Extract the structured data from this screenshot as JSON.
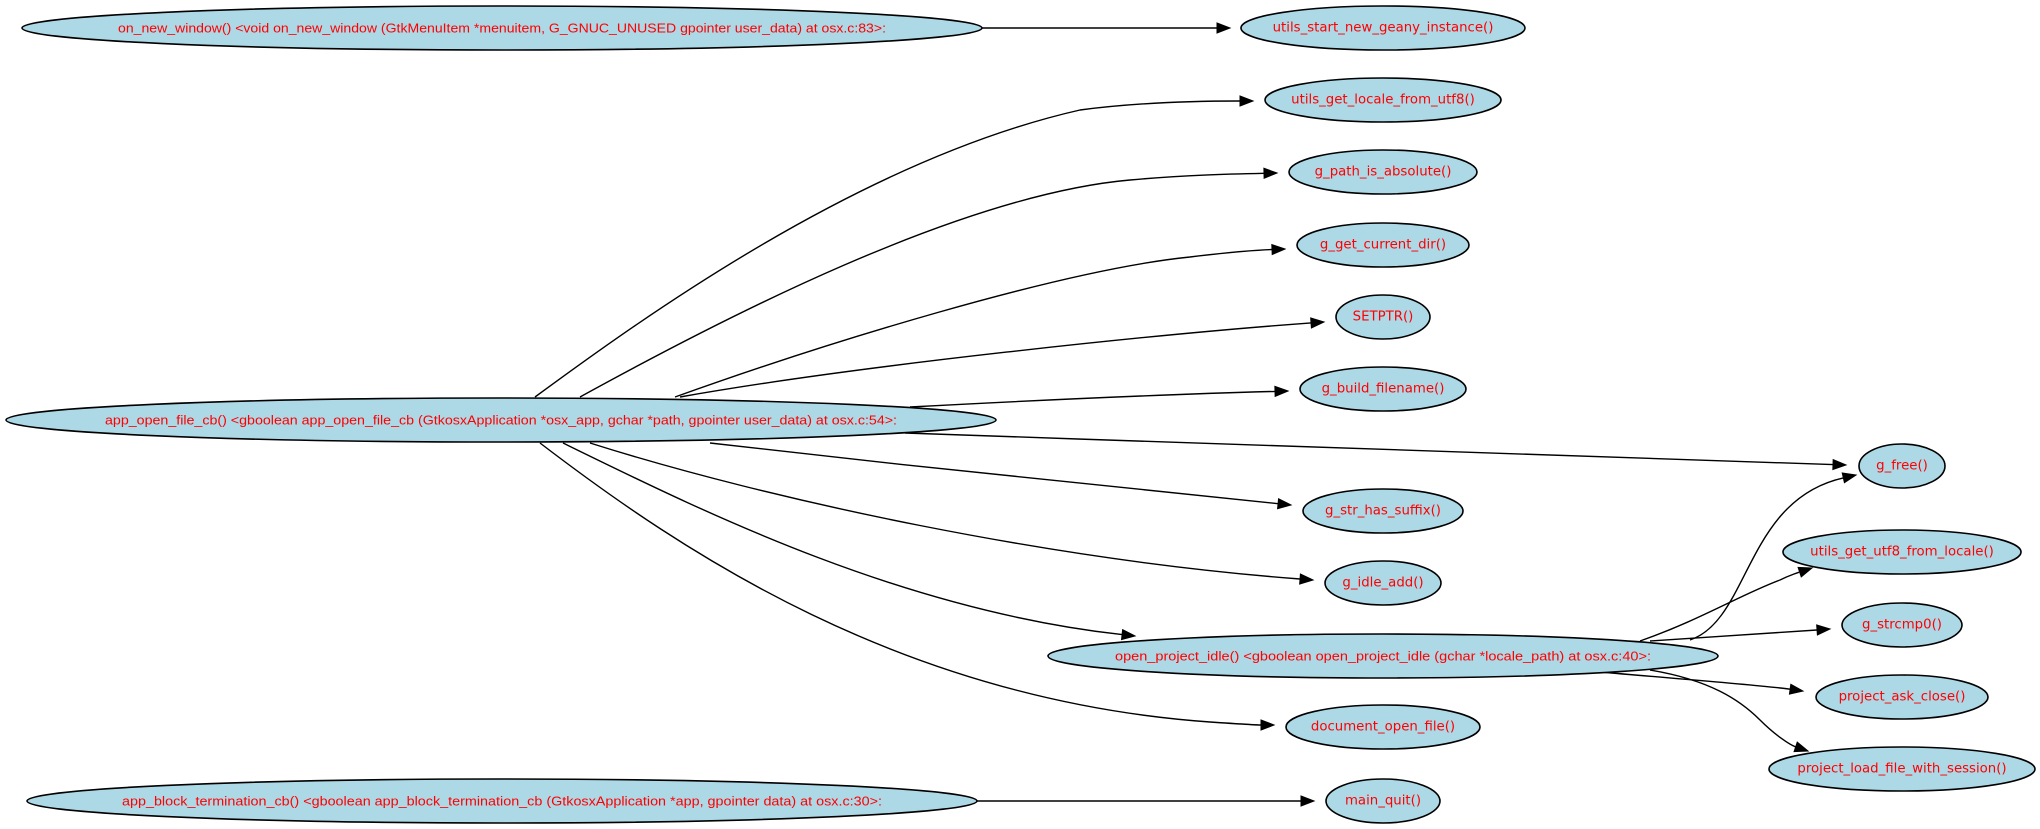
{
  "graph": {
    "type": "call-graph",
    "colors": {
      "node_fill": "#add8e6",
      "node_stroke": "#000000",
      "label": "#ff0000",
      "edge": "#000000"
    },
    "nodes": [
      {
        "id": "on_new_window",
        "label": "on_new_window() <void on_new_window (GtkMenuItem *menuitem, G_GNUC_UNUSED gpointer user_data) at osx.c:83>:"
      },
      {
        "id": "utils_start_new_geany_instance",
        "label": "utils_start_new_geany_instance()"
      },
      {
        "id": "utils_get_locale_from_utf8",
        "label": "utils_get_locale_from_utf8()"
      },
      {
        "id": "g_path_is_absolute",
        "label": "g_path_is_absolute()"
      },
      {
        "id": "g_get_current_dir",
        "label": "g_get_current_dir()"
      },
      {
        "id": "SETPTR",
        "label": "SETPTR()"
      },
      {
        "id": "g_build_filename",
        "label": "g_build_filename()"
      },
      {
        "id": "app_open_file_cb",
        "label": "app_open_file_cb() <gboolean app_open_file_cb (GtkosxApplication *osx_app, gchar *path, gpointer user_data) at osx.c:54>:"
      },
      {
        "id": "g_free",
        "label": "g_free()"
      },
      {
        "id": "g_str_has_suffix",
        "label": "g_str_has_suffix()"
      },
      {
        "id": "utils_get_utf8_from_locale",
        "label": "utils_get_utf8_from_locale()"
      },
      {
        "id": "g_idle_add",
        "label": "g_idle_add()"
      },
      {
        "id": "g_strcmp0",
        "label": "g_strcmp0()"
      },
      {
        "id": "open_project_idle",
        "label": "open_project_idle() <gboolean open_project_idle (gchar *locale_path) at osx.c:40>:"
      },
      {
        "id": "project_ask_close",
        "label": "project_ask_close()"
      },
      {
        "id": "document_open_file",
        "label": "document_open_file()"
      },
      {
        "id": "project_load_file_with_session",
        "label": "project_load_file_with_session()"
      },
      {
        "id": "app_block_termination_cb",
        "label": "app_block_termination_cb() <gboolean app_block_termination_cb (GtkosxApplication *app, gpointer data) at osx.c:30>:"
      },
      {
        "id": "main_quit",
        "label": "main_quit()"
      }
    ],
    "edges": [
      {
        "from": "on_new_window",
        "to": "utils_start_new_geany_instance"
      },
      {
        "from": "app_open_file_cb",
        "to": "utils_get_locale_from_utf8"
      },
      {
        "from": "app_open_file_cb",
        "to": "g_path_is_absolute"
      },
      {
        "from": "app_open_file_cb",
        "to": "g_get_current_dir"
      },
      {
        "from": "app_open_file_cb",
        "to": "SETPTR"
      },
      {
        "from": "app_open_file_cb",
        "to": "g_build_filename"
      },
      {
        "from": "app_open_file_cb",
        "to": "g_free"
      },
      {
        "from": "app_open_file_cb",
        "to": "g_str_has_suffix"
      },
      {
        "from": "app_open_file_cb",
        "to": "g_idle_add"
      },
      {
        "from": "app_open_file_cb",
        "to": "open_project_idle"
      },
      {
        "from": "app_open_file_cb",
        "to": "document_open_file"
      },
      {
        "from": "open_project_idle",
        "to": "g_free"
      },
      {
        "from": "open_project_idle",
        "to": "utils_get_utf8_from_locale"
      },
      {
        "from": "open_project_idle",
        "to": "g_strcmp0"
      },
      {
        "from": "open_project_idle",
        "to": "project_ask_close"
      },
      {
        "from": "open_project_idle",
        "to": "project_load_file_with_session"
      },
      {
        "from": "app_block_termination_cb",
        "to": "main_quit"
      }
    ]
  }
}
